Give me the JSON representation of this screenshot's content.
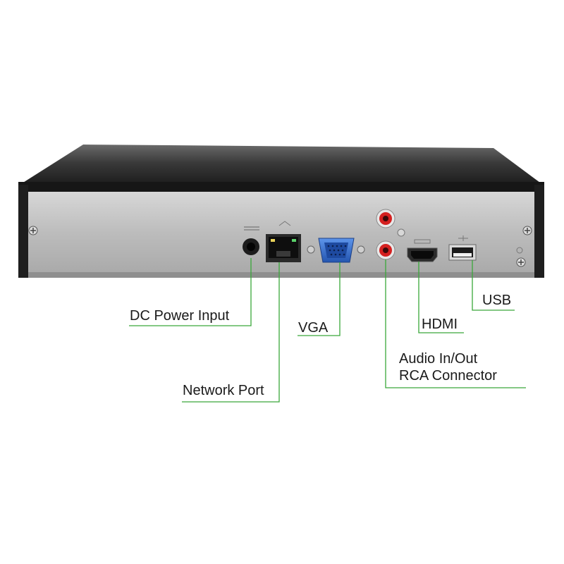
{
  "device": {
    "ports": [
      {
        "id": "dc-power",
        "label": "DC Power Input"
      },
      {
        "id": "network",
        "label": "Network Port"
      },
      {
        "id": "vga",
        "label": "VGA"
      },
      {
        "id": "audio",
        "label_line1": "Audio In/Out",
        "label_line2": "RCA Connector"
      },
      {
        "id": "hdmi",
        "label": "HDMI"
      },
      {
        "id": "usb",
        "label": "USB"
      }
    ]
  },
  "colors": {
    "leader_line": "#3aa83a",
    "case_top": "#2b2b2b",
    "panel": "#bdbdbd",
    "rca_red": "#d42020",
    "vga_blue": "#2f6fd0"
  }
}
